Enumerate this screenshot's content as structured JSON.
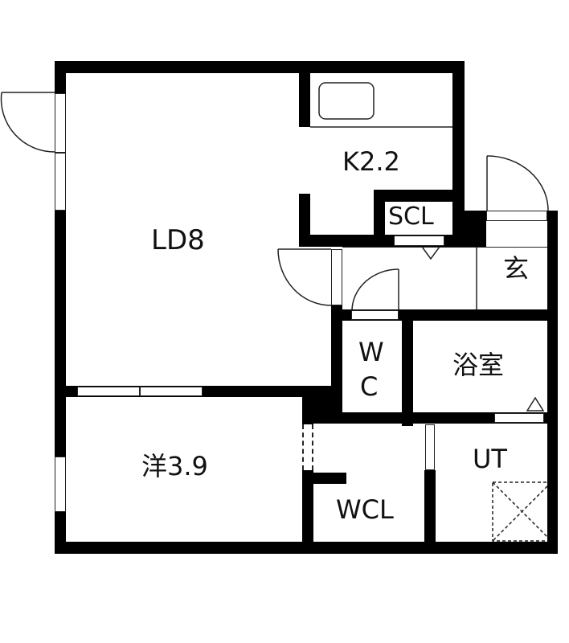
{
  "floor_plan": {
    "rooms": [
      {
        "id": "ld",
        "label": "LD8"
      },
      {
        "id": "kitchen",
        "label": "K2.2"
      },
      {
        "id": "scl",
        "label": "SCL"
      },
      {
        "id": "entrance",
        "label": "玄"
      },
      {
        "id": "wc",
        "label_line1": "W",
        "label_line2": "C"
      },
      {
        "id": "bath",
        "label": "浴室"
      },
      {
        "id": "western",
        "label": "洋3.9"
      },
      {
        "id": "wcl",
        "label": "WCL"
      },
      {
        "id": "ut",
        "label": "UT"
      }
    ],
    "colors": {
      "wall": "#000000",
      "background": "#ffffff",
      "line": "#222222"
    }
  }
}
